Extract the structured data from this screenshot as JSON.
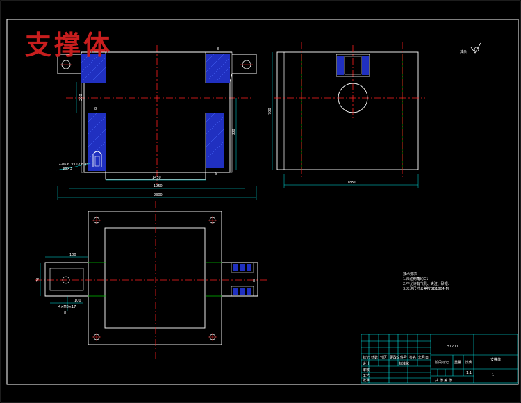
{
  "title": "支撑体",
  "colors": {
    "background": "#000000",
    "outline": "#ffffff",
    "center_line": "#ff2020",
    "dimension": "#00e5e5",
    "hatch": "#2030c0",
    "hidden_line": "#00c000",
    "title_text": "#c81e1e"
  },
  "front_view": {
    "dims": {
      "overall_width": "2300",
      "body_width": "1950",
      "inner_width": "1450",
      "left_height": "200",
      "right_height": "800",
      "weld": "8"
    },
    "leader_note": [
      "2-φ6.6 ×117 EQS",
      "φ8×3"
    ]
  },
  "side_view": {
    "dims": {
      "width": "1850",
      "height": "700"
    }
  },
  "top_view": {
    "dims": {
      "a": "100",
      "b": "70",
      "c": "100",
      "d": "4×M6×17"
    }
  },
  "surface_mark": "其余",
  "notes": {
    "heading": "技术要求",
    "lines": [
      "1.未注倒角均C1.",
      "2.不允许有气孔、夹渣、砂眼.",
      "3.未注尺寸公差按GB1804-M."
    ]
  },
  "title_block": {
    "drawing_name": "支撑体",
    "material": "HT200",
    "scale": "1:1",
    "quantity": "1",
    "row_labels": [
      "标记",
      "处数",
      "分区",
      "更改文件号",
      "签名",
      "年月日"
    ],
    "roles": [
      "设计",
      "审核",
      "工艺",
      "批准"
    ],
    "std": "标准化",
    "stage_labels": [
      "阶段标记",
      "重量",
      "比例"
    ],
    "sheet": "共 张 第 张"
  }
}
